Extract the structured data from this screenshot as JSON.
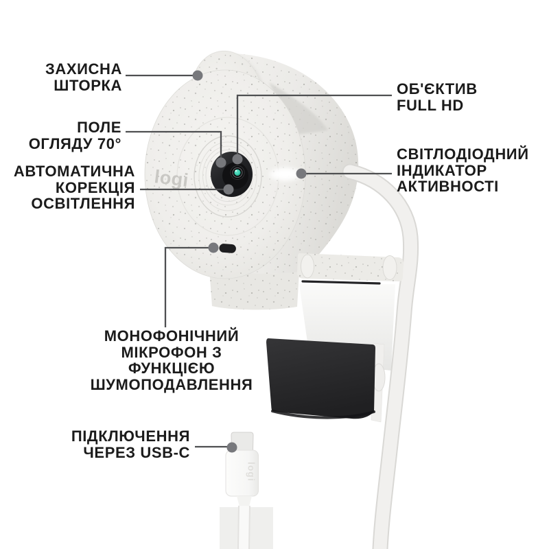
{
  "page": {
    "background_color": "#ffffff"
  },
  "device": {
    "name": "Logitech Brio 300 webcam illustration",
    "face_logo_text": "logi",
    "plug_logo_text": "logi",
    "body_color": "#efeeeb",
    "clip_color": "#28282a",
    "lens_glass_color": "#3fd3b5",
    "led_glow_color": "#ffffff",
    "leader_line_color": "#4e4f51",
    "leader_dot_color": "#77787c",
    "label_text_color": "#1b1b1b"
  },
  "callouts": {
    "shutter": {
      "lines": [
        "ЗАХИСНА",
        "ШТОРКА"
      ]
    },
    "field_of_view": {
      "lines": [
        "ПОЛЕ",
        "ОГЛЯДУ 70°"
      ]
    },
    "auto_light_correction": {
      "lines": [
        "АВТОМАТИЧНА",
        "КОРЕКЦІЯ",
        "ОСВІТЛЕННЯ"
      ]
    },
    "lens": {
      "lines": [
        "ОБ'ЄКТИВ",
        "FULL HD"
      ]
    },
    "led_indicator": {
      "lines": [
        "СВІТЛОДІОДНИЙ",
        "ІНДИКАТОР",
        "АКТИВНОСТІ"
      ]
    },
    "microphone": {
      "lines": [
        "МОНОФОНІЧНИЙ",
        "МІКРОФОН З",
        "ФУНКЦІЄЮ",
        "ШУМОПОДАВЛЕННЯ"
      ]
    },
    "usb": {
      "lines": [
        "ПІДКЛЮЧЕННЯ",
        "ЧЕРЕЗ USB-C"
      ]
    }
  }
}
